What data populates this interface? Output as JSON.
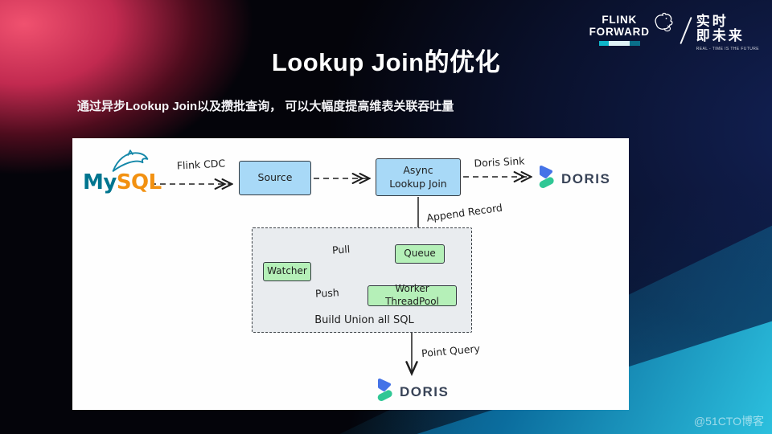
{
  "slide": {
    "title": "Lookup Join的优化",
    "subtitle": "通过异步Lookup Join以及攒批查询， 可以大幅度提高维表关联吞吐量",
    "watermark": "@51CTO博客"
  },
  "brand": {
    "flink": "FLINK",
    "forward": "FORWARD",
    "cn_line1": "实时",
    "cn_line2": "即未来",
    "tagline": "REAL - TIME IS THE FUTURE"
  },
  "diagram": {
    "mysql_my": "My",
    "mysql_sql": "SQL",
    "flink_cdc": "Flink CDC",
    "source": "Source",
    "async_line1": "Async",
    "async_line2": "Lookup Join",
    "doris_sink": "Doris Sink",
    "doris_top": "DORIS",
    "append_record": "Append Record",
    "queue": "Queue",
    "pull": "Pull",
    "watcher": "Watcher",
    "push": "Push",
    "worker_threadpool": "Worker ThreadPool",
    "build_union": "Build Union all SQL",
    "point_query": "Point Query",
    "doris_bottom": "DORIS",
    "colors": {
      "box_blue": "#a8d9f7",
      "box_green": "#b5f0b8",
      "box_border": "#343a40",
      "container_fill": "#e9ecef",
      "mysql_my": "#00758f",
      "mysql_sql": "#f29111",
      "doris_blue": "#4573e7",
      "doris_green": "#30c795",
      "doris_text": "#384357",
      "slide_pink": "#e84a6d",
      "slide_navy": "#12225a",
      "slide_teal": "#2cc0de"
    }
  }
}
